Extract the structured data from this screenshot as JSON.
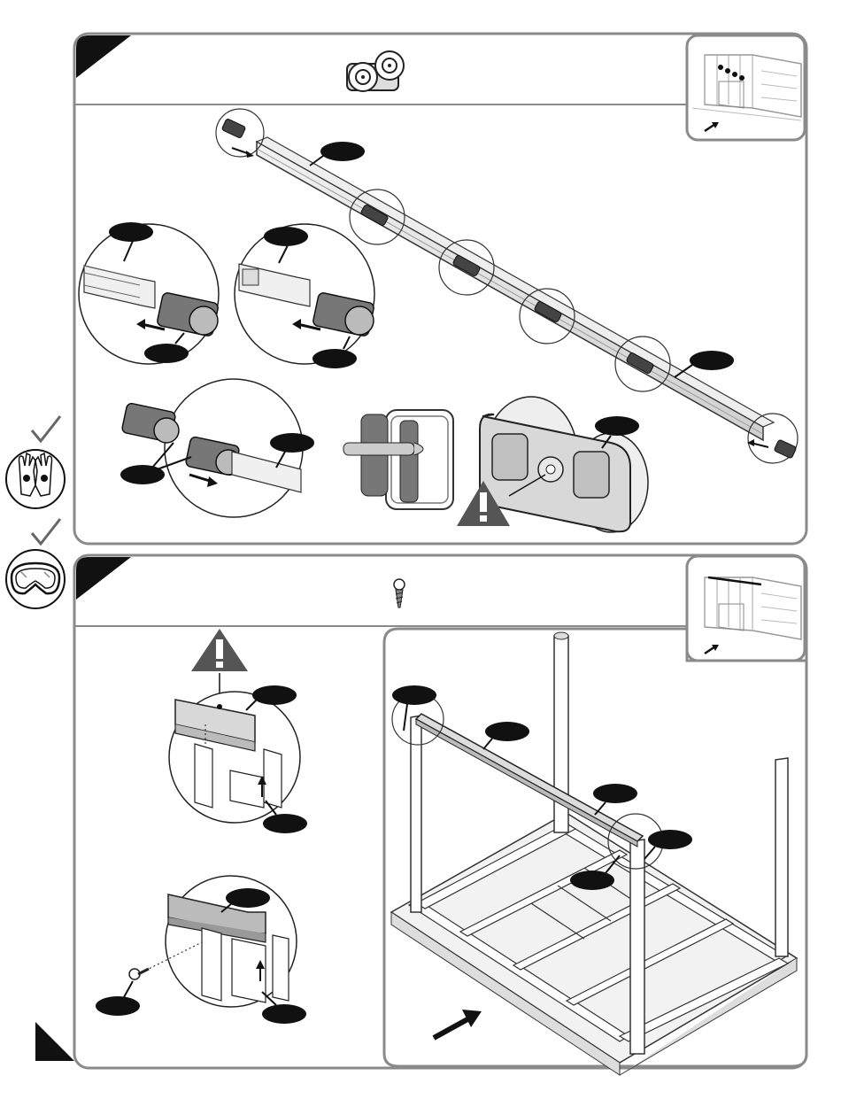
{
  "page": {
    "background": "#ffffff",
    "panel_stroke": "#8a8a8a",
    "line_color": "#1a1a1a",
    "accent_dark": "#111111",
    "warning_fill": "#555555"
  },
  "step1": {
    "header_part_icon": "door-roller-icon",
    "thumbnail_icon": "shed-roller-location-icon",
    "callouts": [
      "part-label",
      "part-label",
      "part-label",
      "part-label",
      "part-label",
      "part-label",
      "part-label",
      "part-label"
    ],
    "warning_icon": "warning-triangle-icon"
  },
  "step2": {
    "header_part_icon": "screw-icon",
    "thumbnail_icon": "shed-rail-location-icon",
    "warning_icon": "warning-triangle-icon"
  },
  "safety": {
    "gloves_icon": "gloves-icon",
    "goggles_icon": "safety-goggles-icon",
    "check_icon": "checkmark-icon"
  }
}
